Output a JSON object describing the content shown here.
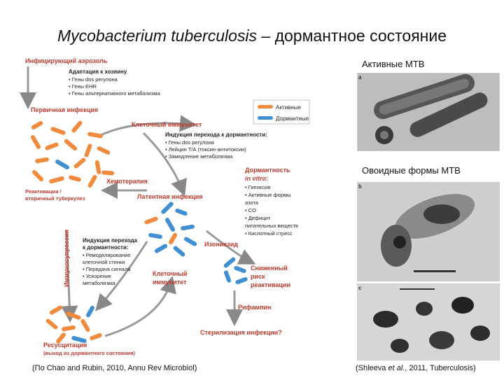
{
  "title": {
    "italic": "Mycobacterium tuberculosis",
    "rest": " – дормантное состояние"
  },
  "diagram": {
    "aerosol": "Инфицирующий аэрозоль",
    "adaptation_title": "Адаптация к хозяину",
    "adaptation_items": [
      "• Гены dos регулона",
      "• Гены EHR",
      "• Гены альтернативного метаболизма"
    ],
    "primary": "Первичная инфекция",
    "cellular_immunity_top": "Клеточный иммунитет",
    "legend_active": "Активные",
    "legend_dormant": "Дормантные",
    "induction_title": "Индукция перехода к дормантности:",
    "induction_items": [
      "• Гены dos регулона",
      "• Лейцин Т/А (токсин-антитоксин)",
      "• Замедление метаболизма"
    ],
    "chemotherapy": "Хемотерапия",
    "reactivation_1": "Реактивация /",
    "reactivation_2": "вторичный туберкулез",
    "latent": "Латентная инфекция",
    "dormancy_1": "Дормантность",
    "dormancy_2": "in vitro:",
    "dormancy_items": [
      "• Гипоксия",
      "• Активные формы",
      "  азота",
      "• CO",
      "• Дефицит",
      "  питательных веществ",
      "• Кислотный стресс"
    ],
    "immunosuppression": "Иммуносупрессия",
    "induction2_title_1": "Индукция перехода",
    "induction2_title_2": "к дормантности:",
    "induction2_items": [
      "• Ремоделирование",
      "  клеточной стенки",
      "• Передача сигнала",
      "• Ускорение",
      "  метаболизма"
    ],
    "isoniazid": "Изониазид",
    "cellular_immunity_bottom_1": "Клеточный",
    "cellular_immunity_bottom_2": "иммунитет",
    "reduced_1": "Сниженный",
    "reduced_2": "риск",
    "reduced_3": "реактивации",
    "rifampin": "Рифампин",
    "sterilization": "Стерилизация инфекции?",
    "resuscitation_1": "Ресусцитация",
    "resuscitation_2": "(выход из дормантного состояния)"
  },
  "photos": {
    "label_active": "Активные МТВ",
    "label_ovoid": "Овоидные формы МТВ",
    "letters": [
      "a",
      "b",
      "c"
    ]
  },
  "captions": {
    "left": "(По Chao and Rubin, 2010, Annu Rev Microbiol)",
    "right_pre": "(Shleeva ",
    "right_italic": "et al.",
    "right_post": ", 2011, Tuberculosis)"
  },
  "colors": {
    "active": "#f08a3c",
    "dormant": "#3f8fd2",
    "label_red": "#c0392b"
  }
}
